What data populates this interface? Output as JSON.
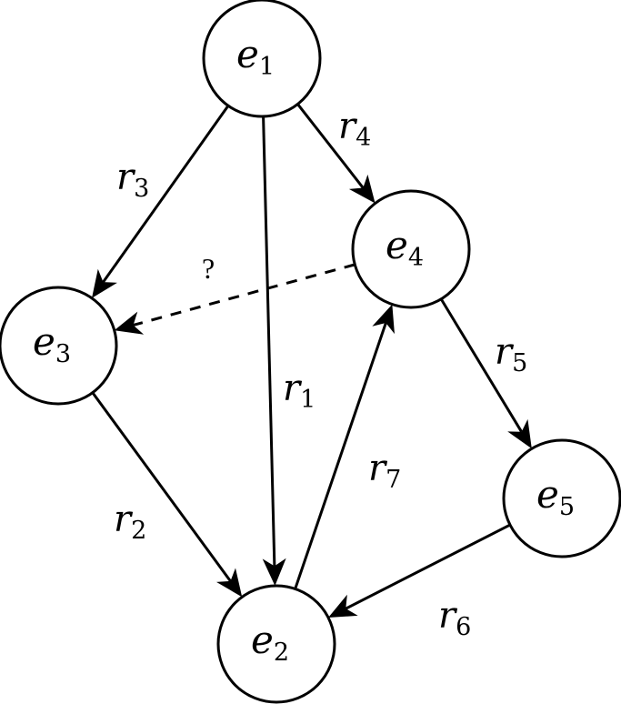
{
  "nodes": [
    {
      "id": "e1",
      "base": "e",
      "sub": "1"
    },
    {
      "id": "e2",
      "base": "e",
      "sub": "2"
    },
    {
      "id": "e3",
      "base": "e",
      "sub": "3"
    },
    {
      "id": "e4",
      "base": "e",
      "sub": "4"
    },
    {
      "id": "e5",
      "base": "e",
      "sub": "5"
    }
  ],
  "edges": [
    {
      "id": "r1",
      "from": "e1",
      "to": "e2",
      "base": "r",
      "sub": "1",
      "style": "solid"
    },
    {
      "id": "r2",
      "from": "e3",
      "to": "e2",
      "base": "r",
      "sub": "2",
      "style": "solid"
    },
    {
      "id": "r3",
      "from": "e1",
      "to": "e3",
      "base": "r",
      "sub": "3",
      "style": "solid"
    },
    {
      "id": "r4",
      "from": "e1",
      "to": "e4",
      "base": "r",
      "sub": "4",
      "style": "solid"
    },
    {
      "id": "r5",
      "from": "e4",
      "to": "e5",
      "base": "r",
      "sub": "5",
      "style": "solid"
    },
    {
      "id": "r6",
      "from": "e5",
      "to": "e2",
      "base": "r",
      "sub": "6",
      "style": "solid"
    },
    {
      "id": "r7",
      "from": "e2",
      "to": "e4",
      "base": "r",
      "sub": "7",
      "style": "solid"
    },
    {
      "id": "unknown",
      "from": "e4",
      "to": "e3",
      "label": "?",
      "style": "dashed"
    }
  ],
  "colors": {
    "stroke": "#000000",
    "fill": "#ffffff"
  }
}
